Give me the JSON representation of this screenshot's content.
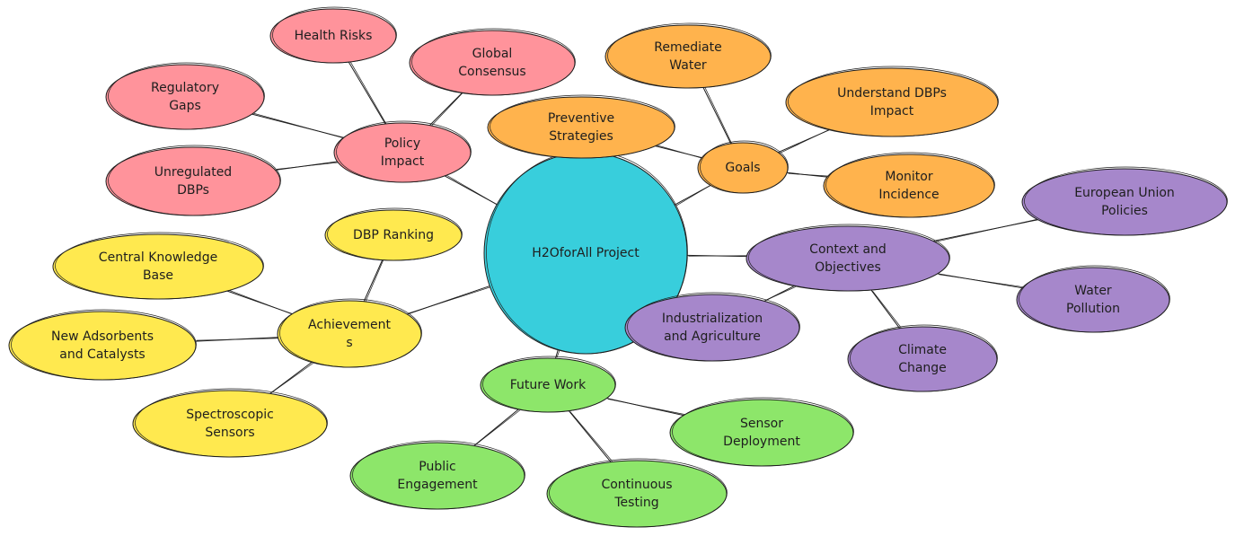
{
  "colors": {
    "center": "#38cedc",
    "policy": "#ff939b",
    "goals": "#ffb34d",
    "context": "#a687cb",
    "achievements": "#ffe94f",
    "future": "#8de66a",
    "stroke": "#1e1e1e"
  },
  "nodes": {
    "center": {
      "lines": [
        "H2OforAll Project"
      ],
      "group": "center"
    },
    "policy": {
      "lines": [
        "Policy",
        "Impact"
      ],
      "group": "policy"
    },
    "health": {
      "lines": [
        "Health Risks"
      ],
      "group": "policy"
    },
    "consensus": {
      "lines": [
        "Global",
        "Consensus"
      ],
      "group": "policy"
    },
    "regulatory": {
      "lines": [
        "Regulatory",
        "Gaps"
      ],
      "group": "policy"
    },
    "unregulated": {
      "lines": [
        "Unregulated",
        "DBPs"
      ],
      "group": "policy"
    },
    "goals": {
      "lines": [
        "Goals"
      ],
      "group": "goals"
    },
    "preventive": {
      "lines": [
        "Preventive",
        "Strategies"
      ],
      "group": "goals"
    },
    "remediate": {
      "lines": [
        "Remediate",
        "Water"
      ],
      "group": "goals"
    },
    "understand": {
      "lines": [
        "Understand DBPs",
        "Impact"
      ],
      "group": "goals"
    },
    "monitor": {
      "lines": [
        "Monitor",
        "Incidence"
      ],
      "group": "goals"
    },
    "context": {
      "lines": [
        "Context and",
        "Objectives"
      ],
      "group": "context"
    },
    "eu": {
      "lines": [
        "European Union",
        "Policies"
      ],
      "group": "context"
    },
    "pollution": {
      "lines": [
        "Water",
        "Pollution"
      ],
      "group": "context"
    },
    "climate": {
      "lines": [
        "Climate",
        "Change"
      ],
      "group": "context"
    },
    "industrial": {
      "lines": [
        "Industrialization",
        "and Agriculture"
      ],
      "group": "context"
    },
    "achievements": {
      "lines": [
        "Achievement",
        "s"
      ],
      "group": "achievements"
    },
    "ranking": {
      "lines": [
        "DBP Ranking"
      ],
      "group": "achievements"
    },
    "knowledge": {
      "lines": [
        "Central Knowledge",
        "Base"
      ],
      "group": "achievements"
    },
    "adsorbents": {
      "lines": [
        "New Adsorbents",
        "and Catalysts"
      ],
      "group": "achievements"
    },
    "sensors": {
      "lines": [
        "Spectroscopic",
        "Sensors"
      ],
      "group": "achievements"
    },
    "future": {
      "lines": [
        "Future Work"
      ],
      "group": "future"
    },
    "public": {
      "lines": [
        "Public",
        "Engagement"
      ],
      "group": "future"
    },
    "testing": {
      "lines": [
        "Continuous",
        "Testing"
      ],
      "group": "future"
    },
    "deployment": {
      "lines": [
        "Sensor",
        "Deployment"
      ],
      "group": "future"
    }
  },
  "edges": [
    [
      "center",
      "policy"
    ],
    [
      "policy",
      "health"
    ],
    [
      "policy",
      "consensus"
    ],
    [
      "policy",
      "regulatory"
    ],
    [
      "policy",
      "unregulated"
    ],
    [
      "center",
      "goals"
    ],
    [
      "goals",
      "preventive"
    ],
    [
      "goals",
      "remediate"
    ],
    [
      "goals",
      "understand"
    ],
    [
      "goals",
      "monitor"
    ],
    [
      "center",
      "context"
    ],
    [
      "context",
      "eu"
    ],
    [
      "context",
      "pollution"
    ],
    [
      "context",
      "climate"
    ],
    [
      "context",
      "industrial"
    ],
    [
      "center",
      "achievements"
    ],
    [
      "achievements",
      "ranking"
    ],
    [
      "achievements",
      "knowledge"
    ],
    [
      "achievements",
      "adsorbents"
    ],
    [
      "achievements",
      "sensors"
    ],
    [
      "center",
      "future"
    ],
    [
      "future",
      "public"
    ],
    [
      "future",
      "testing"
    ],
    [
      "future",
      "deployment"
    ]
  ]
}
